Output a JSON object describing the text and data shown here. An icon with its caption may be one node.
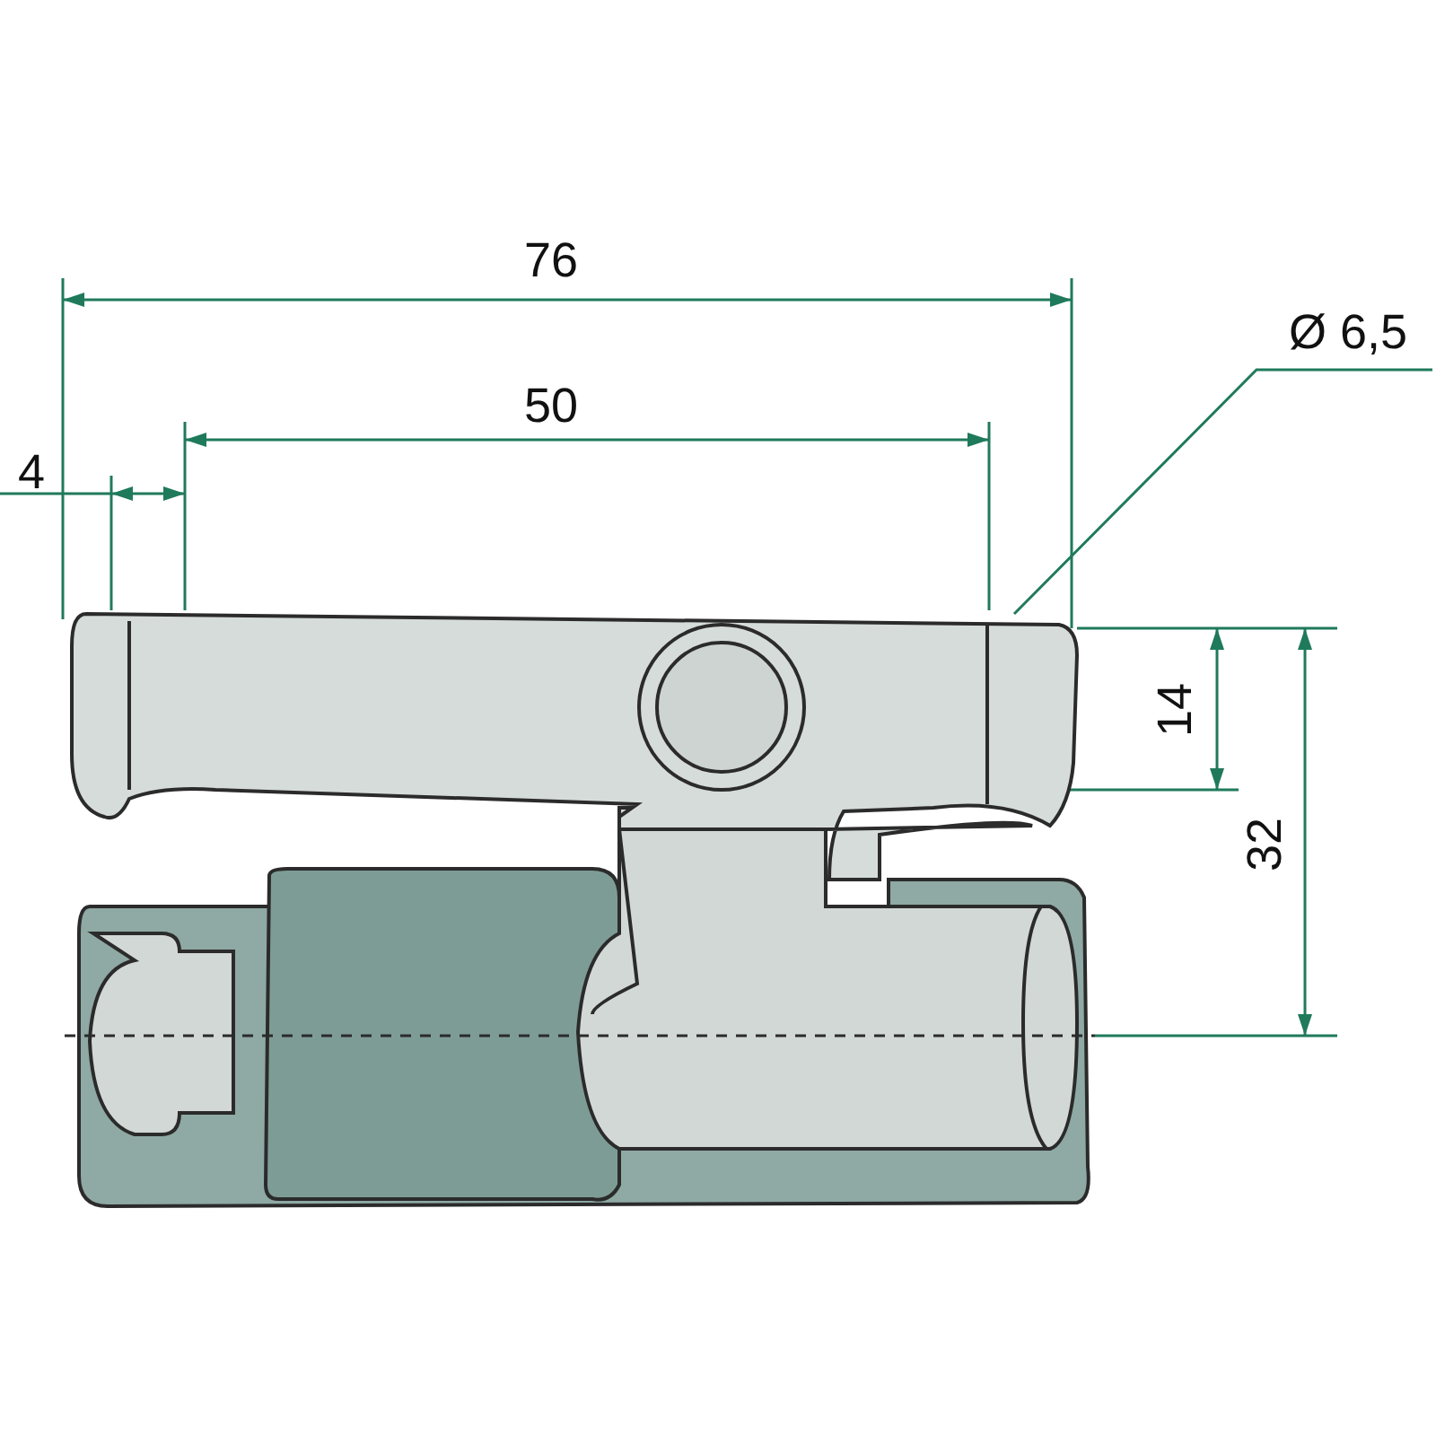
{
  "diagram": {
    "nodes": [
      {
        "text": [
          "Ø 6,5"
        ]
      },
      {
        "text": [],
        "shape": "picture"
      }
    ],
    "edges": [
      {
        "from": 0,
        "to": 1,
        "arrow": "none"
      }
    ],
    "labels": [
      "76",
      "50",
      "4",
      "14",
      "32"
    ]
  }
}
